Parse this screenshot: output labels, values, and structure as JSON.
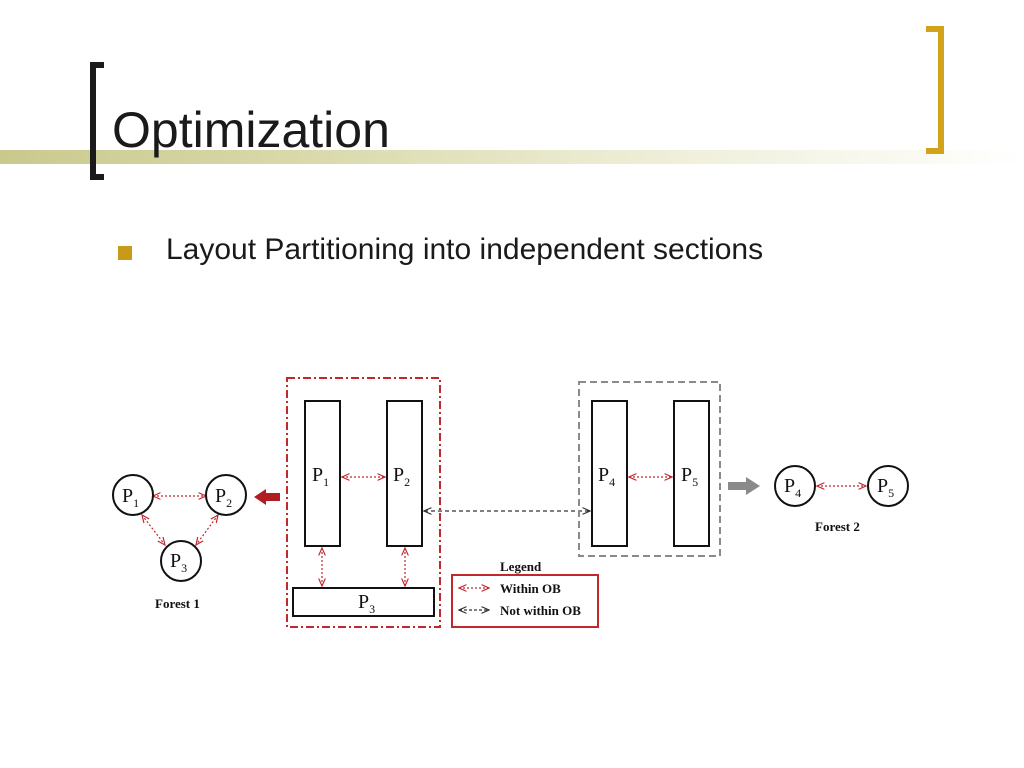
{
  "slide": {
    "title": "Optimization",
    "bullet": "Layout Partitioning into independent sections"
  },
  "diagram": {
    "forest1": {
      "label": "Forest 1",
      "nodes": [
        {
          "id": "p1",
          "label": "P",
          "sub": "1"
        },
        {
          "id": "p2",
          "label": "P",
          "sub": "2"
        },
        {
          "id": "p3",
          "label": "P",
          "sub": "3"
        }
      ]
    },
    "forest2": {
      "label": "Forest 2",
      "nodes": [
        {
          "id": "p4",
          "label": "P",
          "sub": "4"
        },
        {
          "id": "p5",
          "label": "P",
          "sub": "5"
        }
      ]
    },
    "section1": {
      "blocks": [
        {
          "id": "p1",
          "label": "P",
          "sub": "1"
        },
        {
          "id": "p2",
          "label": "P",
          "sub": "2"
        },
        {
          "id": "p3",
          "label": "P",
          "sub": "3"
        }
      ]
    },
    "section2": {
      "blocks": [
        {
          "id": "p4",
          "label": "P",
          "sub": "4"
        },
        {
          "id": "p5",
          "label": "P",
          "sub": "5"
        }
      ]
    },
    "legend": {
      "title": "Legend",
      "within": "Within OB",
      "not_within": "Not within OB"
    },
    "colors": {
      "within_ob": "#c0282d",
      "not_within_ob": "#333333",
      "section2_border": "#8a8a8a",
      "arrow_left": "#b01e22",
      "arrow_right": "#8a8a8a"
    }
  }
}
